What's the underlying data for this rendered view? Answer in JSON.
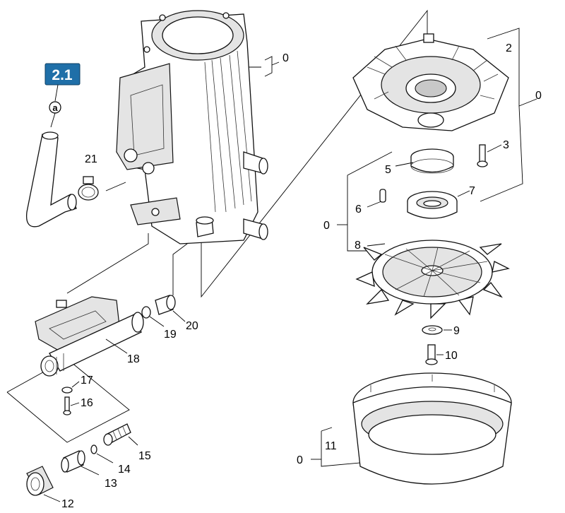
{
  "badge": {
    "text": "2.1",
    "color": "#1f6fa8"
  },
  "marker": {
    "text": "a"
  },
  "labels": {
    "l0_top": "0",
    "l0_right": "0",
    "l0_mid": "0",
    "l0_bottom": "0",
    "l2": "2",
    "l3": "3",
    "l5": "5",
    "l6": "6",
    "l7": "7",
    "l8": "8",
    "l9": "9",
    "l10": "10",
    "l11": "11",
    "l12": "12",
    "l13": "13",
    "l14": "14",
    "l15": "15",
    "l16": "16",
    "l17": "17",
    "l18": "18",
    "l19": "19",
    "l20": "20",
    "l21": "21"
  }
}
